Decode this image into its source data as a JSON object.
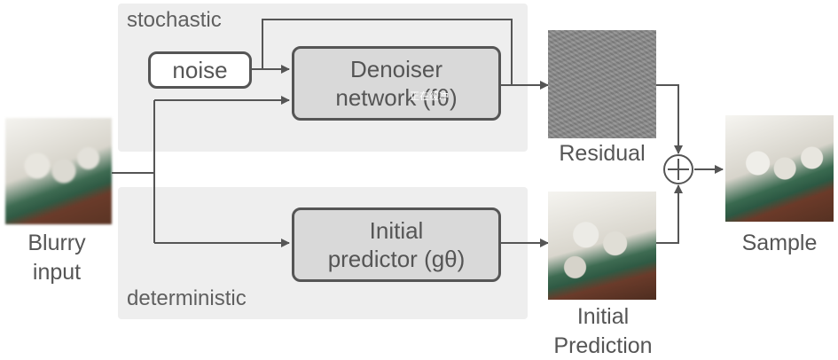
{
  "regions": {
    "stochastic_label": "stochastic",
    "deterministic_label": "deterministic"
  },
  "boxes": {
    "noise": "noise",
    "denoiser_line1": "Denoiser",
    "denoiser_line2": "network (fθ)",
    "initial_line1": "Initial",
    "initial_line2": "predictor (gθ)"
  },
  "captions": {
    "input_line1": "Blurry",
    "input_line2": "input",
    "residual": "Residual",
    "initial_prediction_line1": "Initial",
    "initial_prediction_line2": "Prediction",
    "sample": "Sample"
  },
  "overlay_text": "正在缓冲",
  "colors": {
    "region_bg": "#eeeeee",
    "box_fill": "#d9d9d9",
    "stroke": "#555555"
  }
}
